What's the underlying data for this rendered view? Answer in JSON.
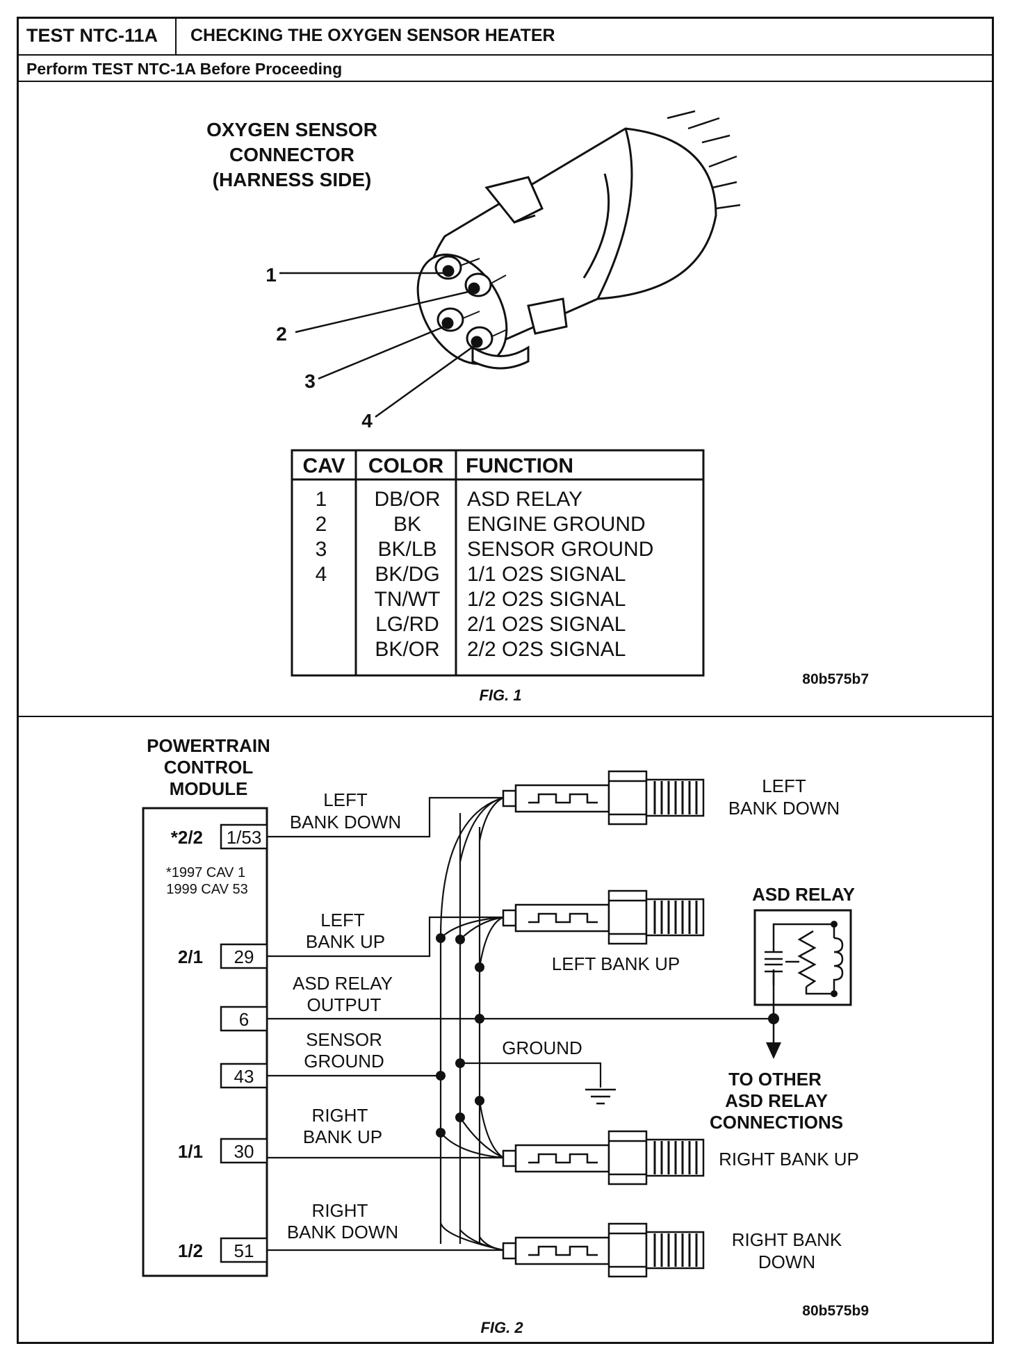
{
  "header": {
    "test_id": "TEST NTC-11A",
    "title": "CHECKING THE OXYGEN SENSOR HEATER",
    "prerequisite": "Perform TEST NTC-1A Before Proceeding"
  },
  "fig1": {
    "connector_title": [
      "OXYGEN SENSOR",
      "CONNECTOR",
      "(HARNESS SIDE)"
    ],
    "pin_labels": [
      "1",
      "2",
      "3",
      "4"
    ],
    "table": {
      "headers": [
        "CAV",
        "COLOR",
        "FUNCTION"
      ],
      "rows": [
        {
          "cav": "1",
          "color": "DB/OR",
          "function": "ASD RELAY"
        },
        {
          "cav": "2",
          "color": "BK",
          "function": "ENGINE GROUND"
        },
        {
          "cav": "3",
          "color": "BK/LB",
          "function": "SENSOR GROUND"
        },
        {
          "cav": "4",
          "color": "BK/DG",
          "function": "1/1 O2S SIGNAL"
        },
        {
          "cav": "",
          "color": "TN/WT",
          "function": "1/2 O2S SIGNAL"
        },
        {
          "cav": "",
          "color": "LG/RD",
          "function": "2/1 O2S SIGNAL"
        },
        {
          "cav": "",
          "color": "BK/OR",
          "function": "2/2 O2S SIGNAL"
        }
      ]
    },
    "code": "80b575b7",
    "caption": "FIG. 1"
  },
  "fig2": {
    "pcm_title": [
      "POWERTRAIN",
      "CONTROL",
      "MODULE"
    ],
    "pcm_note": [
      "*1997 CAV 1",
      "1999 CAV 53"
    ],
    "pins": [
      {
        "side": "*2/2",
        "cav": "1/53",
        "wire": [
          "LEFT",
          "BANK DOWN"
        ]
      },
      {
        "side": "2/1",
        "cav": "29",
        "wire": [
          "LEFT",
          "BANK UP"
        ]
      },
      {
        "side": "",
        "cav": "6",
        "wire": [
          "ASD RELAY",
          "OUTPUT"
        ]
      },
      {
        "side": "",
        "cav": "43",
        "wire": [
          "SENSOR",
          "GROUND"
        ]
      },
      {
        "side": "1/1",
        "cav": "30",
        "wire": [
          "RIGHT",
          "BANK UP"
        ]
      },
      {
        "side": "1/2",
        "cav": "51",
        "wire": [
          "RIGHT",
          "BANK DOWN"
        ]
      }
    ],
    "sensors": {
      "left_down": [
        "LEFT",
        "BANK DOWN"
      ],
      "left_up": "LEFT BANK UP",
      "right_up": "RIGHT BANK UP",
      "right_down": [
        "RIGHT BANK",
        "DOWN"
      ]
    },
    "asd_relay": "ASD RELAY",
    "ground": "GROUND",
    "to_other": [
      "TO OTHER",
      "ASD RELAY",
      "CONNECTIONS"
    ],
    "code": "80b575b9",
    "caption": "FIG. 2"
  }
}
